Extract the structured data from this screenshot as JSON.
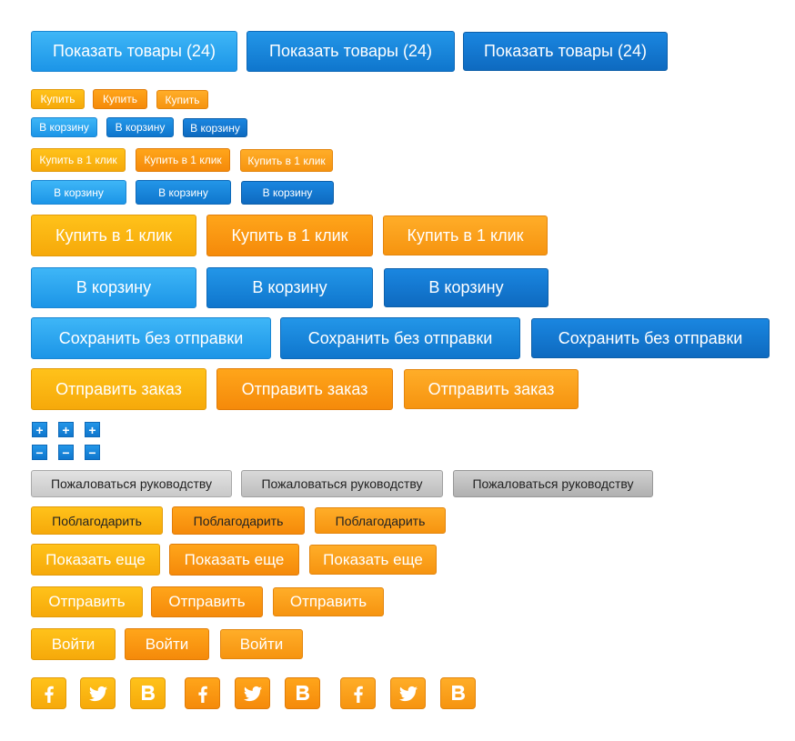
{
  "labels": {
    "show_goods": "Показать товары (24)",
    "buy": "Купить",
    "to_cart": "В корзину",
    "buy_one_click": "Купить в 1 клик",
    "save_no_send": "Сохранить без отправки",
    "send_order": "Отправить заказ",
    "plus": "+",
    "minus": "−",
    "complain": "Пожаловаться руководству",
    "thank": "Поблагодарить",
    "show_more": "Показать еще",
    "send": "Отправить",
    "login": "Войти"
  },
  "social": [
    "facebook-icon",
    "twitter-icon",
    "vk-icon"
  ],
  "colors": {
    "blue": "#1c95e7",
    "blue_dark": "#0f76cd",
    "orange": "#f6a90a",
    "orange_dark": "#f58a0a",
    "gray": "#c9c9c9"
  }
}
